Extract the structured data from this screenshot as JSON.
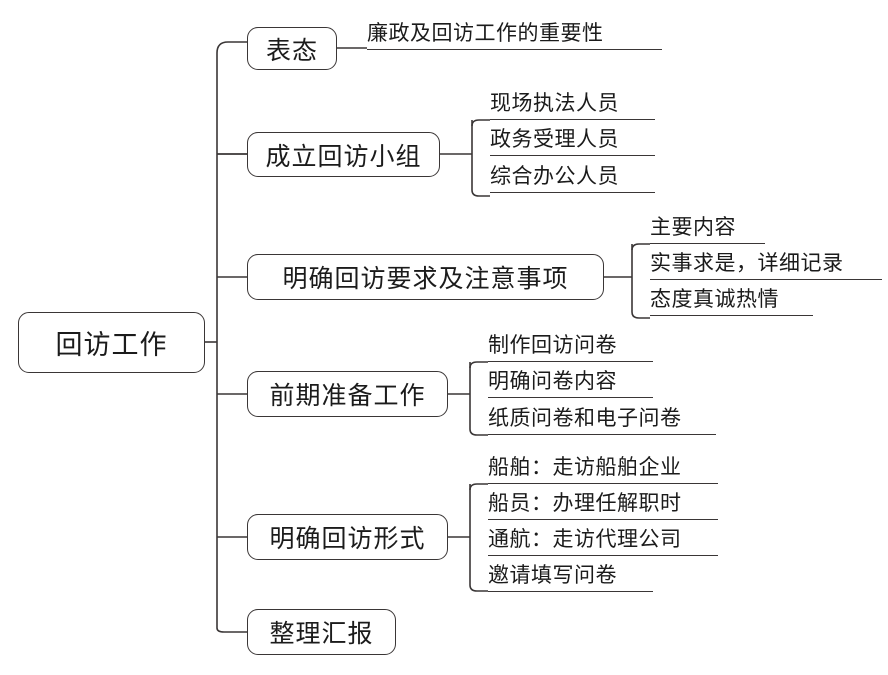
{
  "diagram": {
    "type": "mind-map",
    "orientation": "left-to-right",
    "title": "回访工作",
    "root": {
      "label": "回访工作"
    },
    "branches": [
      {
        "label": "表态",
        "children": [
          {
            "label": "廉政及回访工作的重要性"
          }
        ]
      },
      {
        "label": "成立回访小组",
        "children": [
          {
            "label": "现场执法人员"
          },
          {
            "label": "政务受理人员"
          },
          {
            "label": "综合办公人员"
          }
        ]
      },
      {
        "label": "明确回访要求及注意事项",
        "children": [
          {
            "label": "主要内容"
          },
          {
            "label": "实事求是，详细记录"
          },
          {
            "label": "态度真诚热情"
          }
        ]
      },
      {
        "label": "前期准备工作",
        "children": [
          {
            "label": "制作回访问卷"
          },
          {
            "label": "明确问卷内容"
          },
          {
            "label": "纸质问卷和电子问卷"
          }
        ]
      },
      {
        "label": "明确回访形式",
        "children": [
          {
            "label": "船舶：走访船舶企业"
          },
          {
            "label": "船员：办理任解职时"
          },
          {
            "label": "通航：走访代理公司"
          },
          {
            "label": "邀请填写问卷"
          }
        ]
      },
      {
        "label": "整理汇报",
        "children": []
      }
    ],
    "colors": {
      "line": "#3a3636",
      "text": "#1b1b1b",
      "background": "#ffffff"
    }
  }
}
